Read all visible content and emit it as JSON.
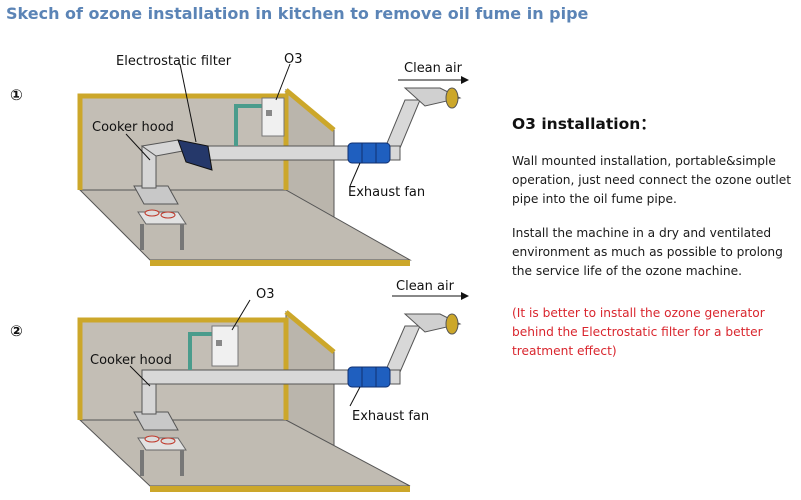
{
  "title": "Skech of ozone installation in kitchen to remove oil fume in pipe",
  "diagram1": {
    "number": "①",
    "labels": {
      "filter": "Electrostatic filter",
      "o3": "O3",
      "clean_air": "Clean air",
      "hood": "Cooker hood",
      "fan": "Exhaust fan"
    }
  },
  "diagram2": {
    "number": "②",
    "labels": {
      "o3": "O3",
      "clean_air": "Clean air",
      "hood": "Cooker hood",
      "fan": "Exhaust fan"
    }
  },
  "info": {
    "title": "O3 installation：",
    "p1": "Wall mounted installation, portable&simple operation, just need connect the ozone outlet pipe into the oil fume pipe.",
    "p2": "Install the machine in a dry and ventilated environment as much as possible to prolong the service life of the ozone machine.",
    "p3": "(It is better to install the ozone generator behind the Electrostatic filter for a better treatment effect)"
  },
  "colors": {
    "title": "#5b84b6",
    "warning": "#d9262e",
    "wall": "#c3beb5",
    "frame": "#cca72a",
    "fan": "#1f5fbf",
    "filter": "#25386a",
    "ozone_pipe": "#4a9c8c"
  }
}
